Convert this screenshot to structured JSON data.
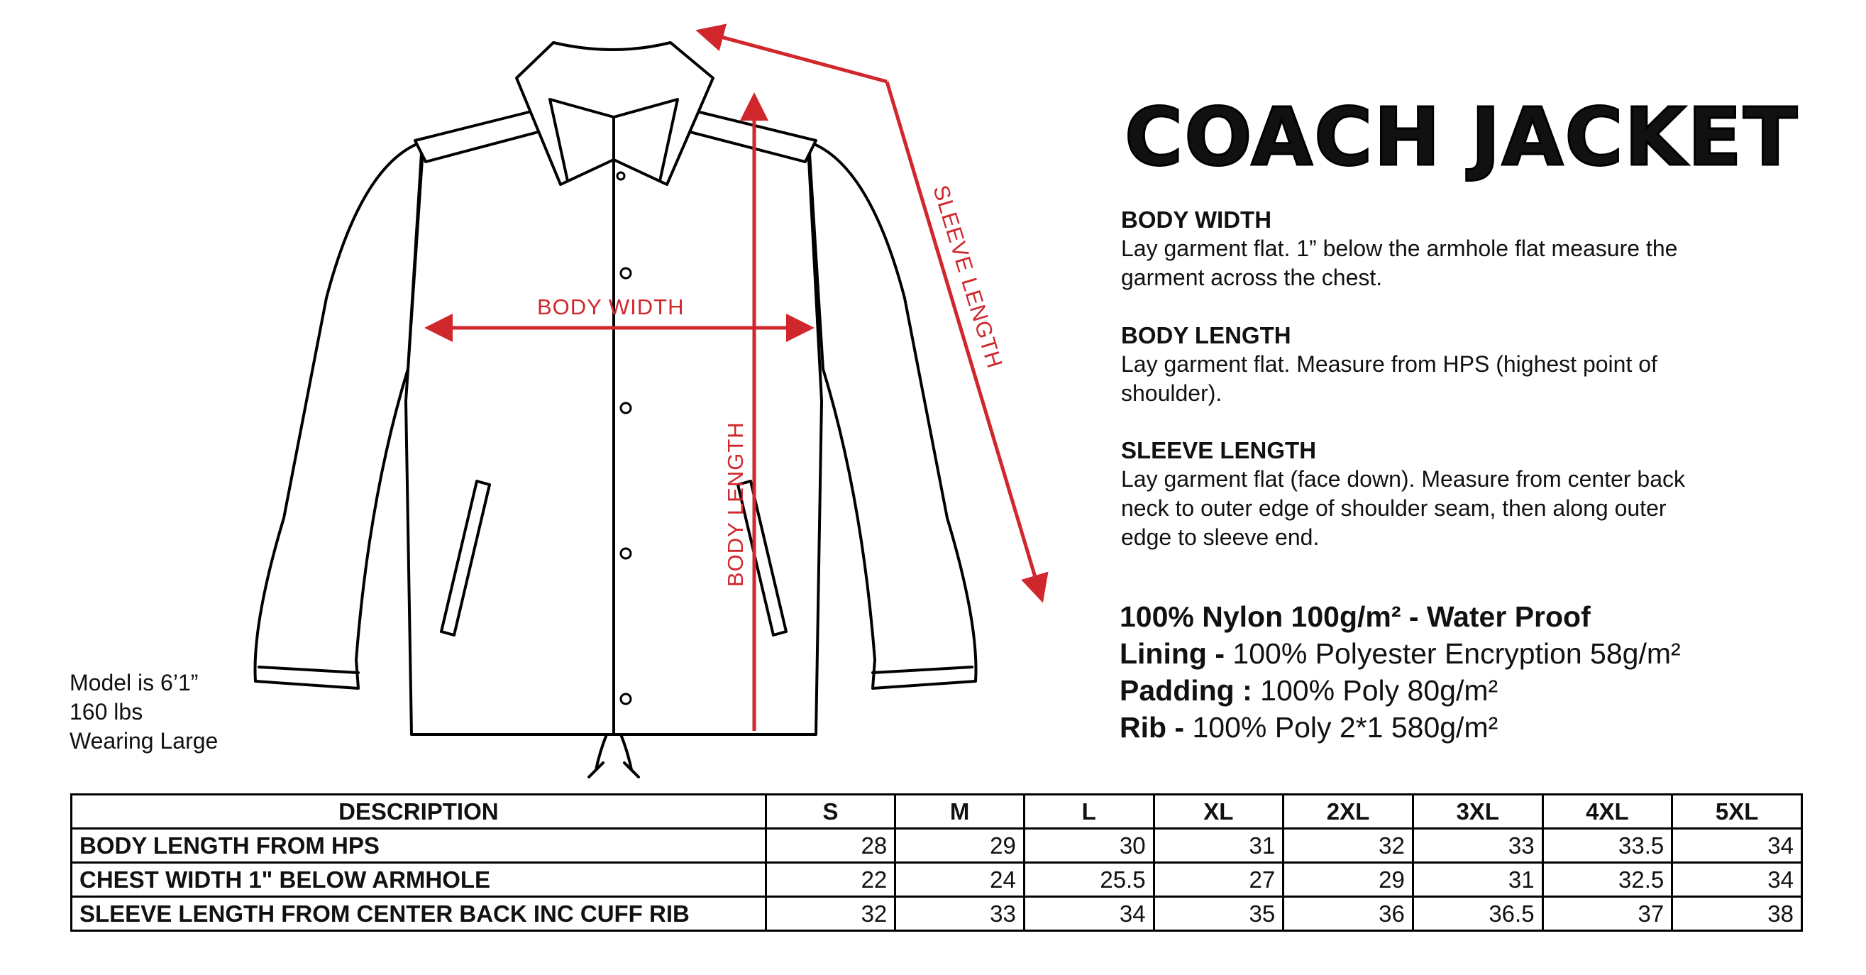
{
  "diagram": {
    "arrow_color": "#d0272d",
    "labels": {
      "body_width": "BODY WIDTH",
      "body_length": "BODY LENGTH",
      "sleeve_length": "SLEEVE LENGTH"
    }
  },
  "title": "COACH JACKET",
  "measurements": [
    {
      "heading": "BODY WIDTH",
      "lines": [
        "Lay garment flat. 1” below the armhole flat measure the",
        "garment across the chest."
      ]
    },
    {
      "heading": "BODY LENGTH",
      "lines": [
        "Lay garment flat. Measure from HPS (highest point of",
        "shoulder)."
      ]
    },
    {
      "heading": "SLEEVE LENGTH",
      "lines": [
        "Lay garment flat (face down). Measure from center back",
        "neck to outer edge of shoulder seam, then along outer",
        "edge to sleeve end."
      ]
    }
  ],
  "fabric": {
    "main": "100% Nylon 100g/m² - Water Proof",
    "lining_label": "Lining -",
    "lining_value": " 100% Polyester Encryption 58g/m²",
    "padding_label": "Padding :",
    "padding_value": " 100% Poly 80g/m²",
    "rib_label": "Rib -",
    "rib_value": " 100% Poly 2*1 580g/m²"
  },
  "model_note": {
    "line1": "Model is 6’1”",
    "line2": "160 lbs",
    "line3": "Wearing Large"
  },
  "size_table": {
    "header": [
      "DESCRIPTION",
      "S",
      "M",
      "L",
      "XL",
      "2XL",
      "3XL",
      "4XL",
      "5XL"
    ],
    "rows": [
      {
        "label": "BODY LENGTH FROM HPS",
        "values": [
          "28",
          "29",
          "30",
          "31",
          "32",
          "33",
          "33.5",
          "34"
        ]
      },
      {
        "label": "CHEST WIDTH 1\" BELOW ARMHOLE",
        "values": [
          "22",
          "24",
          "25.5",
          "27",
          "29",
          "31",
          "32.5",
          "34"
        ]
      },
      {
        "label": "SLEEVE LENGTH FROM CENTER BACK INC CUFF RIB",
        "values": [
          "32",
          "33",
          "34",
          "35",
          "36",
          "36.5",
          "37",
          "38"
        ]
      }
    ]
  }
}
